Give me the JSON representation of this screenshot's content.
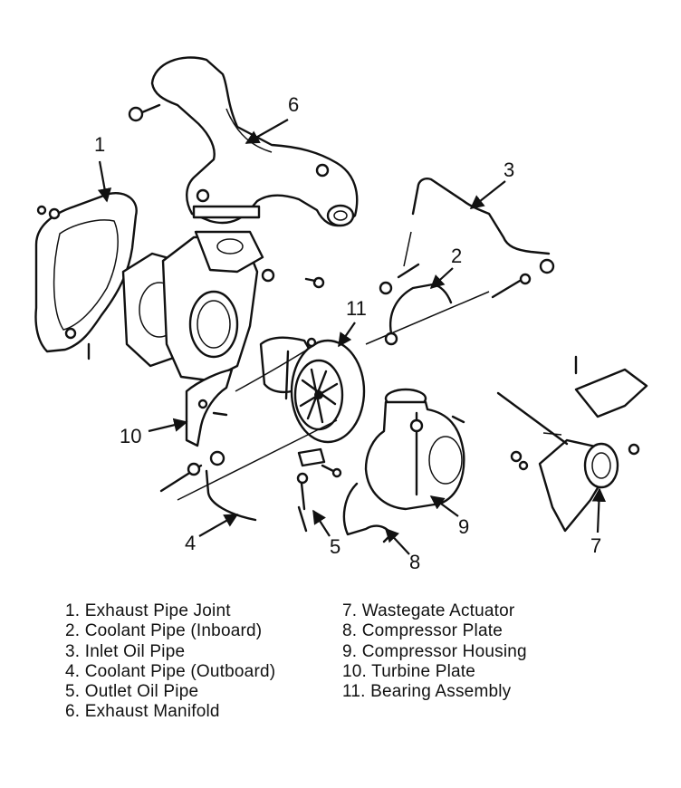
{
  "callouts": [
    "1",
    "2",
    "3",
    "4",
    "5",
    "6",
    "7",
    "8",
    "9",
    "10",
    "11"
  ],
  "legend": {
    "left": [
      "1. Exhaust Pipe Joint",
      "2. Coolant Pipe (Inboard)",
      "3. Inlet Oil Pipe",
      "4. Coolant Pipe (Outboard)",
      "5. Outlet Oil Pipe",
      "6. Exhaust Manifold"
    ],
    "right": [
      "7. Wastegate Actuator",
      "8. Compressor Plate",
      "9. Compressor Housing",
      "10. Turbine Plate",
      "11. Bearing Assembly"
    ]
  }
}
